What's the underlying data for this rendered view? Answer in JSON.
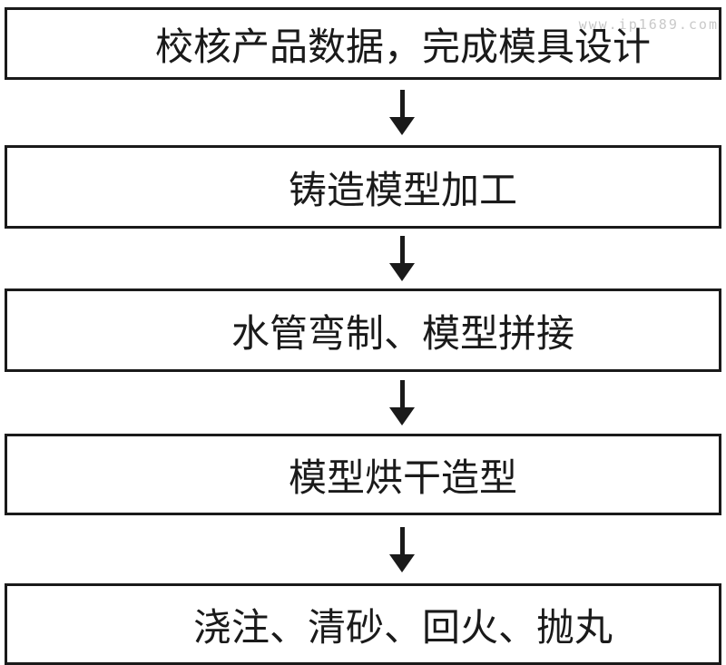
{
  "watermark": "www.ip1689.com",
  "colors": {
    "box_border": "#1a1a1a",
    "text": "#1a1a1a",
    "watermark": "#c9c9c9",
    "background": "#ffffff"
  },
  "flow": {
    "type": "flowchart",
    "direction": "top-to-bottom",
    "steps": [
      {
        "label": "校核产品数据，完成模具设计"
      },
      {
        "label": "铸造模型加工"
      },
      {
        "label": "水管弯制、模型拼接"
      },
      {
        "label": "模型烘干造型"
      },
      {
        "label": "浇注、清砂、回火、抛丸"
      }
    ]
  }
}
